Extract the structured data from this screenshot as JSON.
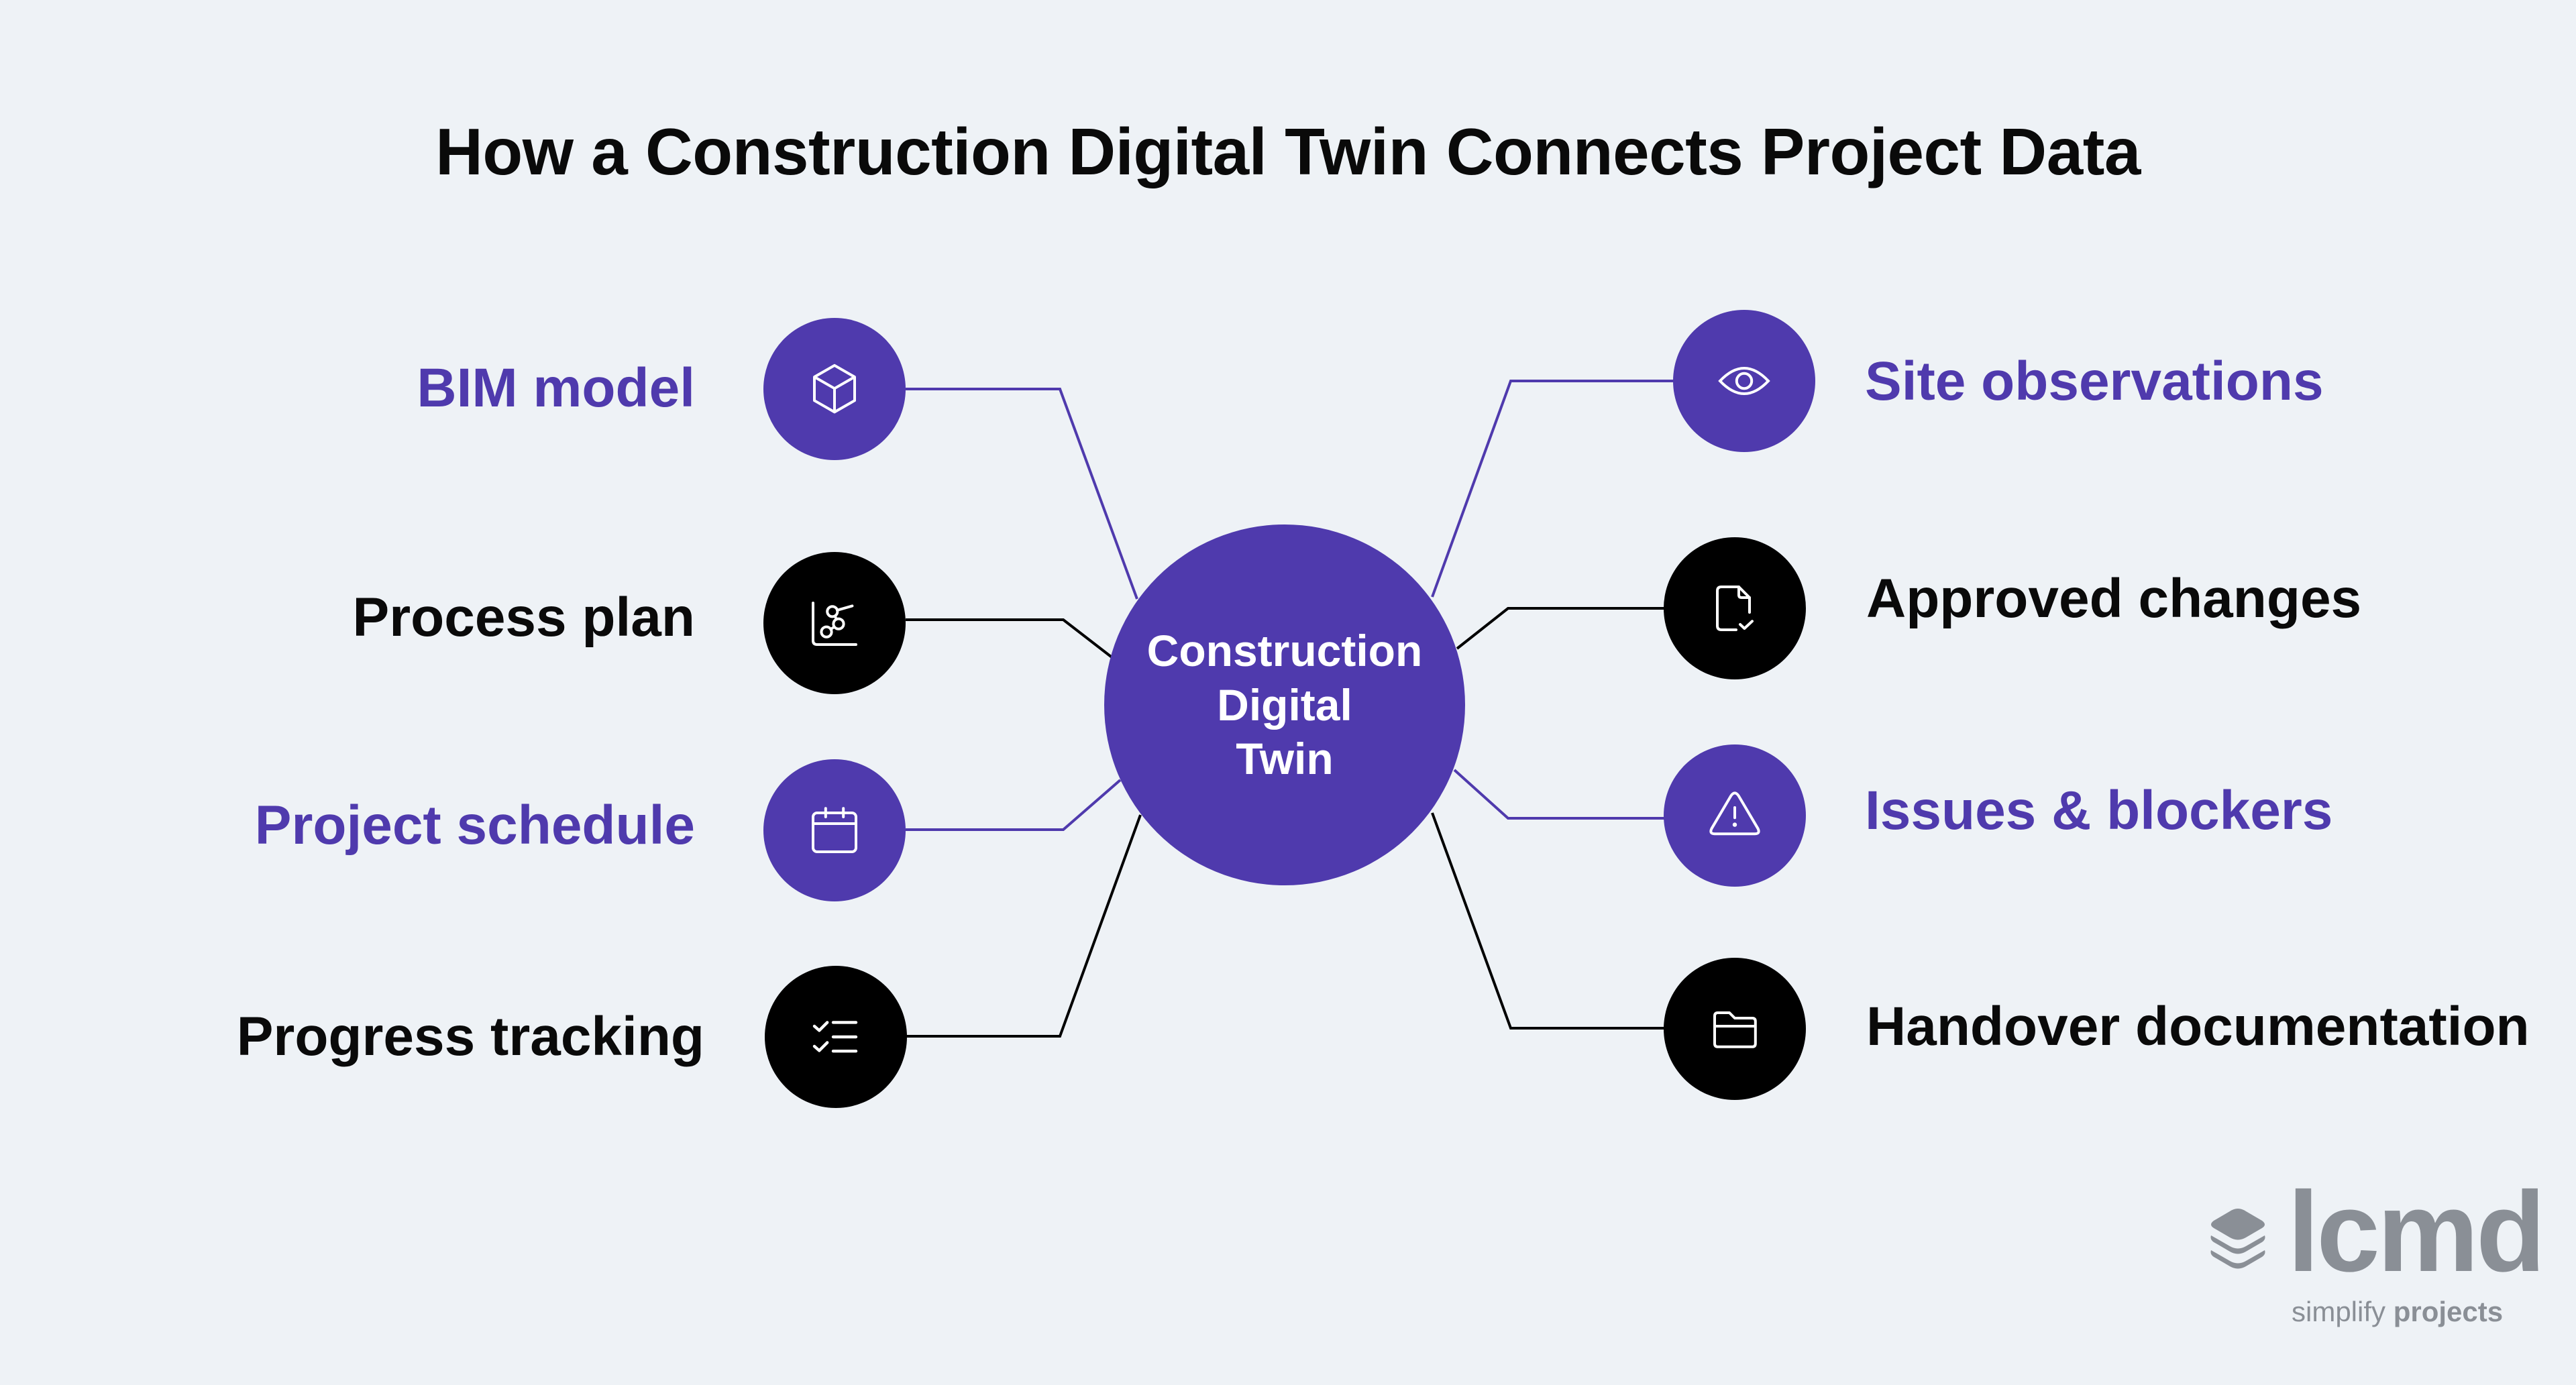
{
  "title": "How a Construction Digital Twin Connects Project Data",
  "hub": {
    "lines": [
      "Construction",
      "Digital",
      "Twin"
    ]
  },
  "colors": {
    "accent": "#4f3aad",
    "dark": "#000000",
    "background": "#eef2f6",
    "logo_gray": "#8a8f96"
  },
  "left_nodes": [
    {
      "label": "BIM model",
      "icon": "cube-icon",
      "color": "purple"
    },
    {
      "label": "Process plan",
      "icon": "chart-nodes-icon",
      "color": "black"
    },
    {
      "label": "Project schedule",
      "icon": "calendar-icon",
      "color": "purple"
    },
    {
      "label": "Progress tracking",
      "icon": "checklist-icon",
      "color": "black"
    }
  ],
  "right_nodes": [
    {
      "label": "Site observations",
      "icon": "eye-icon",
      "color": "purple"
    },
    {
      "label": "Approved changes",
      "icon": "document-check-icon",
      "color": "black"
    },
    {
      "label": "Issues & blockers",
      "icon": "warning-triangle-icon",
      "color": "purple"
    },
    {
      "label": "Handover documentation",
      "icon": "folder-icon",
      "color": "black"
    }
  ],
  "logo": {
    "wordmark": "lcmd",
    "tagline_light": "simplify",
    "tagline_bold": "projects"
  }
}
